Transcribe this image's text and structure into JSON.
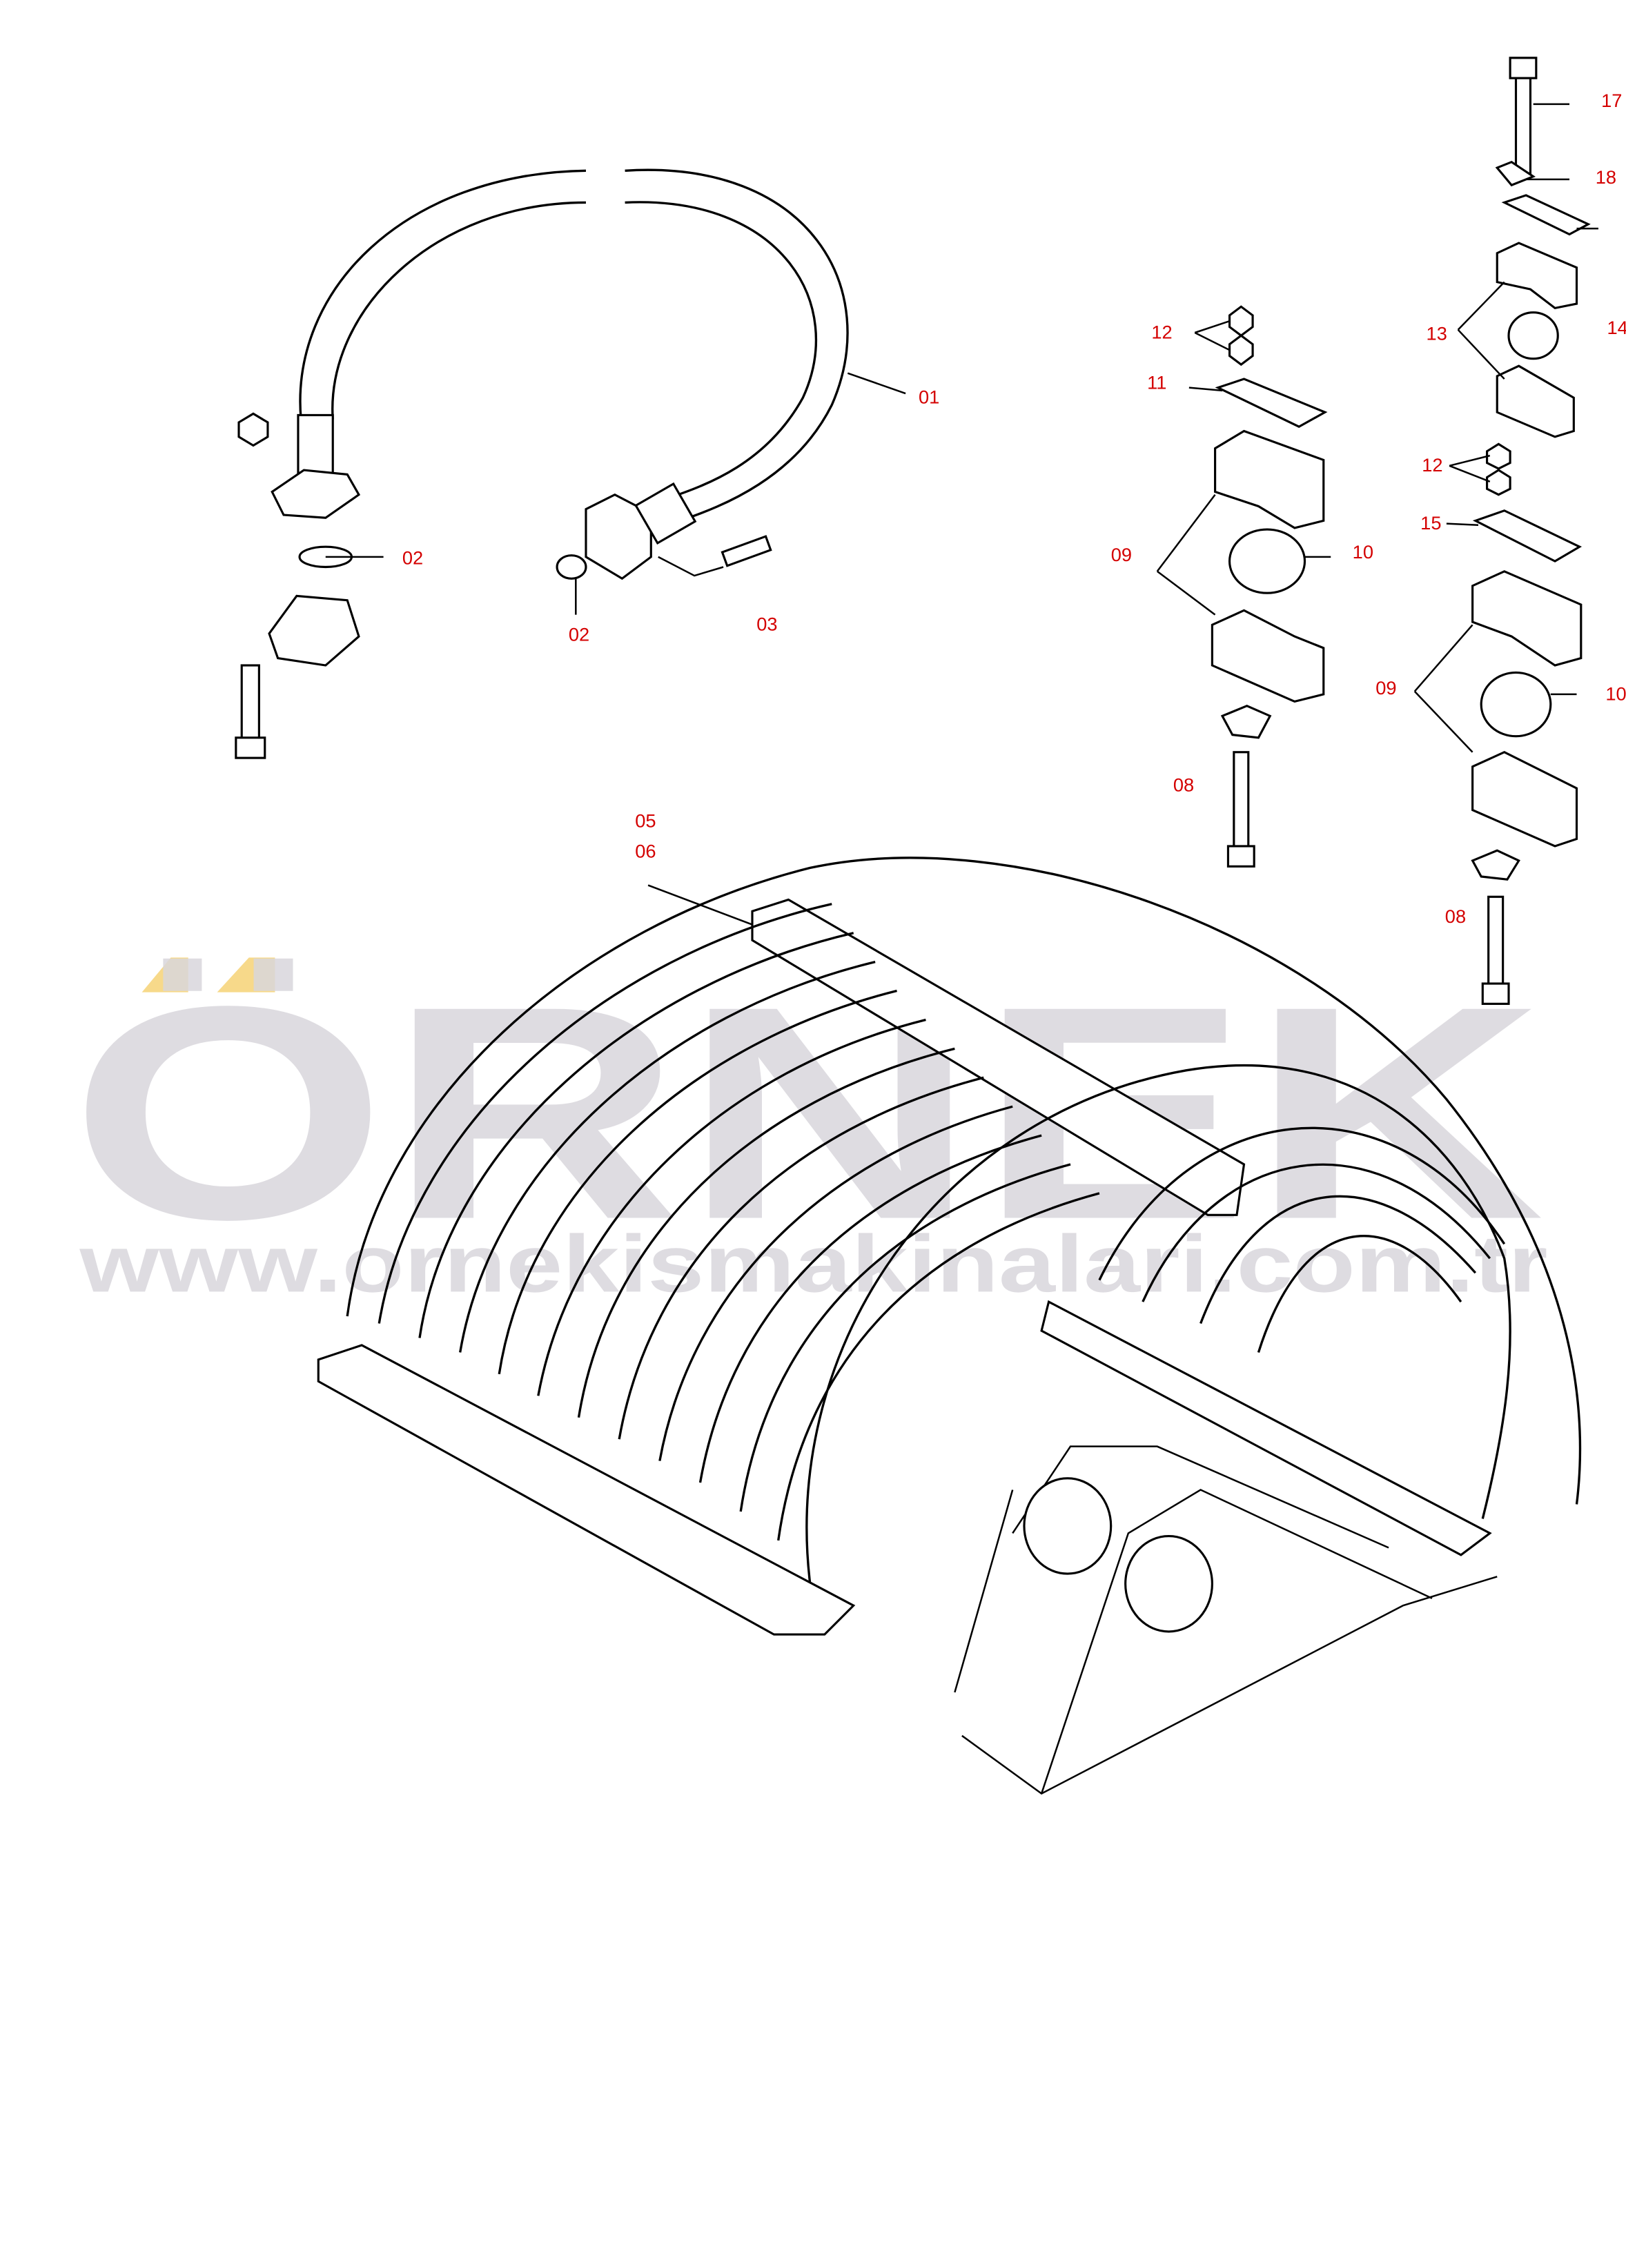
{
  "watermark": {
    "brand": "ÖRNEK",
    "url": "www.ornekismakinalari.com.tr",
    "accent_color": "#f7d98a"
  },
  "callouts": {
    "c01": "01",
    "c02a": "02",
    "c02b": "02",
    "c03": "03",
    "c05": "05",
    "c06": "06",
    "c08a": "08",
    "c08b": "08",
    "c09a": "09",
    "c09b": "09",
    "c10a": "10",
    "c10b": "10",
    "c11": "11",
    "c12a": "12",
    "c12b": "12",
    "c13": "13",
    "c14": "14",
    "c15": "15",
    "c17": "17",
    "c18": "18"
  },
  "colors": {
    "callout": "#d40000",
    "line": "#000000",
    "watermark": "#d9d7dc"
  }
}
